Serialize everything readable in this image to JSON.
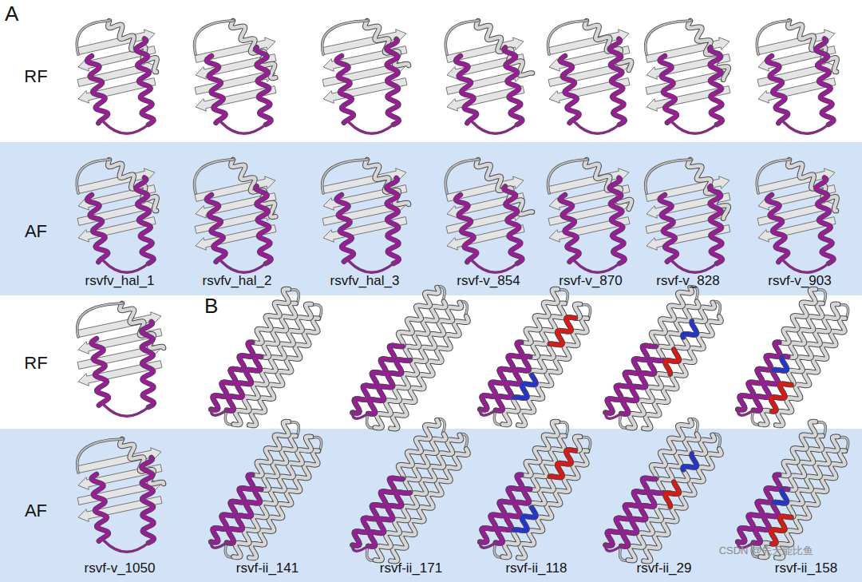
{
  "diagram": {
    "labels": [
      "A",
      "RF",
      "AF",
      "rsvfv_hal_1",
      "rsvfv_hal_2",
      "rsvfv_hal_3",
      "rsvf-v_854",
      "rsvf-v_870",
      "rsvf-v_828",
      "rsvf-v_903",
      "RF",
      "B",
      "AF",
      "rsvf-v_1050",
      "rsvf-ii_141",
      "rsvf-ii_171",
      "rsvf-ii_118",
      "rsvf-ii_29",
      "rsvf-ii_158",
      "CSDN @先天能比鱼"
    ]
  }
}
